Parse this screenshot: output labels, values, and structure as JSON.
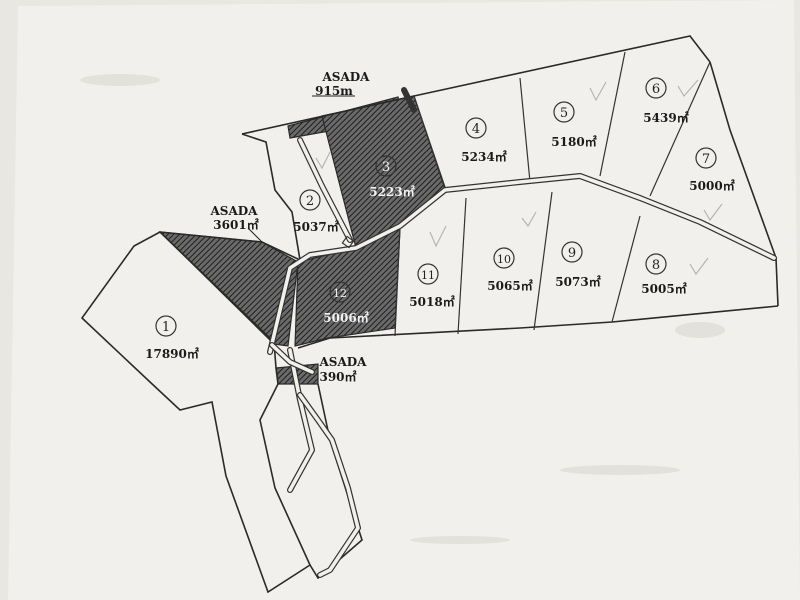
{
  "lots": [
    {
      "id": "lot-1",
      "number": "1",
      "area": "17890㎡"
    },
    {
      "id": "lot-2",
      "number": "2",
      "area": "5037㎡"
    },
    {
      "id": "lot-3",
      "number": "3",
      "area": "5223㎡"
    },
    {
      "id": "lot-4",
      "number": "4",
      "area": "5234㎡"
    },
    {
      "id": "lot-5",
      "number": "5",
      "area": "5180㎡"
    },
    {
      "id": "lot-6",
      "number": "6",
      "area": "5439㎡"
    },
    {
      "id": "lot-7",
      "number": "7",
      "area": "5000㎡"
    },
    {
      "id": "lot-8",
      "number": "8",
      "area": "5005㎡"
    },
    {
      "id": "lot-9",
      "number": "9",
      "area": "5073㎡"
    },
    {
      "id": "lot-10",
      "number": "10",
      "area": "5065㎡"
    },
    {
      "id": "lot-11",
      "number": "11",
      "area": "5018㎡"
    },
    {
      "id": "lot-12",
      "number": "12",
      "area": "5006㎡"
    }
  ],
  "asada": [
    {
      "name": "ASADA",
      "area": "915m"
    },
    {
      "name": "ASADA",
      "area": "3601㎡"
    },
    {
      "name": "ASADA",
      "area": "390㎡"
    }
  ],
  "colors": {
    "paper": "#f1f0ec",
    "ink": "#2a2a2a",
    "hatch": "#3a3a3a"
  }
}
